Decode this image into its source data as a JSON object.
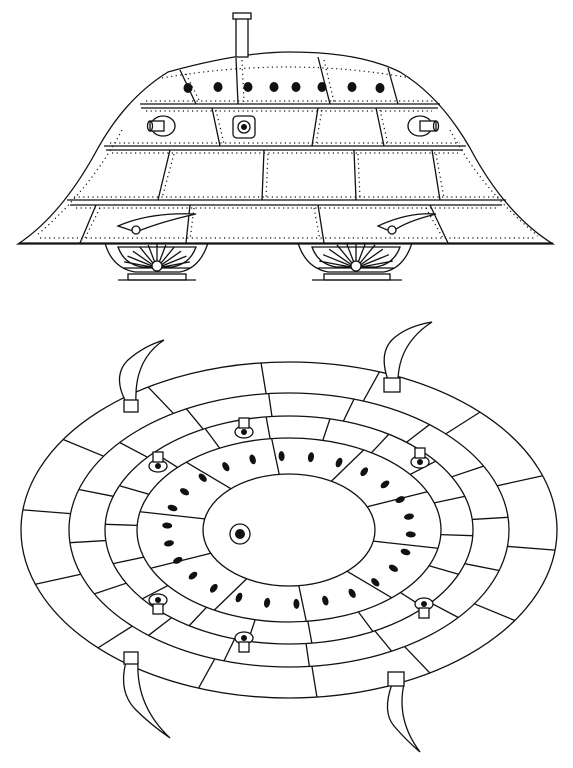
{
  "figure": {
    "views": [
      {
        "name": "side-elevation"
      },
      {
        "name": "plan-view"
      }
    ],
    "colors": {
      "ink": "#111111",
      "paper": "#ffffff"
    },
    "counts": {
      "side_portholes_upper": 8,
      "plan_portholes_ring": 26,
      "plan_gun_mounts": 6,
      "plan_scythes": 4,
      "side_scythes": 2,
      "wheel_assemblies": 2
    }
  }
}
